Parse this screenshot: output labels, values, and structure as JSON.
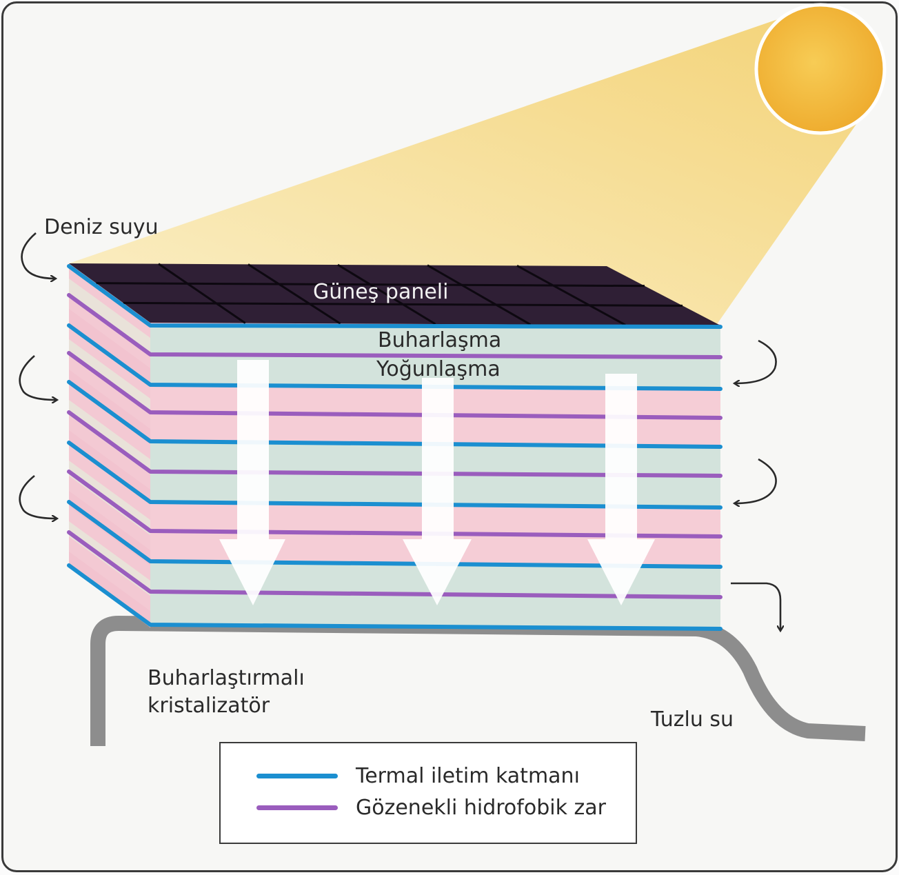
{
  "labels": {
    "sea_water": "Deniz suyu",
    "solar_panel": "Güneş paneli",
    "evaporation": "Buharlaşma",
    "condensation": "Yoğunlaşma",
    "crystallizer_line1": "Buharlaştırmalı",
    "crystallizer_line2": "kristalizatör",
    "brine": "Tuzlu su"
  },
  "legend": {
    "items": [
      {
        "label": "Termal iletim katmanı",
        "color": "#1b8fd0"
      },
      {
        "label": "Gözenekli hidrofobik zar",
        "color": "#9a5dbd"
      }
    ]
  },
  "colors": {
    "sun": "#f0b93a",
    "sun_beam": "#f7dd94",
    "solar_panel": "#2e1f33",
    "evaporation_layer": "#f5cdd6",
    "condensation_layer": "#d3e3dc",
    "thermal_line": "#1b8fd0",
    "membrane_line": "#9a5dbd",
    "pipe": "#8d8d8d"
  }
}
